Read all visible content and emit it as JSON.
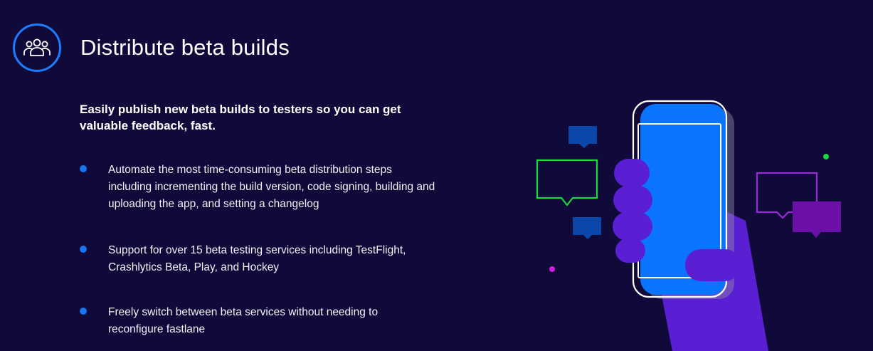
{
  "header": {
    "title": "Distribute beta builds",
    "icon": "users-group-icon",
    "badge_color": "#1c7bff"
  },
  "intro": "Easily publish new beta builds to testers so you can get valuable feedback, fast.",
  "features": [
    {
      "text": "Automate the most time-consuming beta distribution steps including incrementing the build version, code signing, building and uploading the app, and setting a changelog"
    },
    {
      "text": "Support for over 15 beta testing services including TestFlight, Crashlytics Beta, Play, and Hockey"
    },
    {
      "text": "Freely switch between beta services without needing to reconfigure fastlane"
    }
  ],
  "colors": {
    "background": "#0f0a39",
    "accent": "#1a73ef",
    "phone_screen": "#0a74ff",
    "hand": "#5a1fd2",
    "bubble_green": "#1bd83c",
    "bubble_blue": "#0b47a8",
    "bubble_purple": "#9b27d8",
    "bubble_violet": "#6a10a6"
  }
}
